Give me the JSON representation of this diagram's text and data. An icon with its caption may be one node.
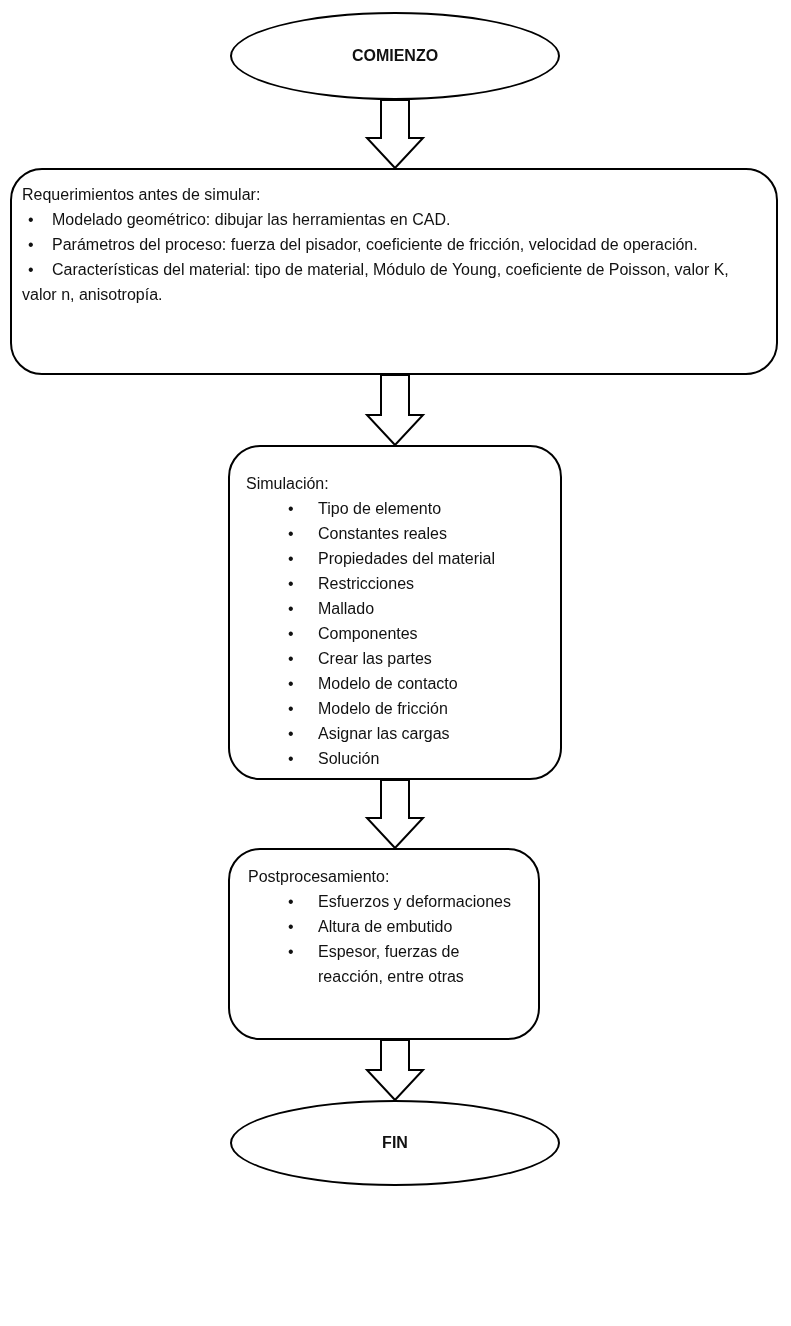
{
  "diagram": {
    "nodes": [
      {
        "text": [
          "COMIENZO"
        ]
      },
      {
        "text": [
          "Requerimientos antes de simular:",
          "•",
          "Modelado geométrico: dibujar las herramientas en CAD.",
          "•",
          "Parámetros del proceso: fuerza del pisador, coeficiente de fricción, velocidad de operación.",
          "•",
          "Características del material: tipo de material, Módulo de Young, coeficiente de Poisson, valor K, valor n, anisotropía."
        ]
      },
      {
        "text": [
          "Simulación:",
          "•",
          "Tipo de elemento",
          "•",
          "Constantes reales",
          "•",
          "Propiedades del material",
          "•",
          "Restricciones",
          "•",
          "Mallado",
          "•",
          "Componentes",
          "•",
          "Crear las partes",
          "•",
          "Modelo de contacto",
          "•",
          "Modelo de fricción",
          "•",
          "Asignar las cargas",
          "•",
          "Solución"
        ]
      },
      {
        "text": [
          "Postprocesamiento:",
          "•",
          "Esfuerzos y deformaciones",
          "•",
          "Altura de embutido",
          "•",
          "Espesor, fuerzas de reacción, entre otras"
        ]
      },
      {
        "text": [
          "FIN"
        ]
      }
    ],
    "edges": [
      {
        "from": 0,
        "to": 1,
        "arrow": "to"
      },
      {
        "from": 1,
        "to": 2,
        "arrow": "to"
      },
      {
        "from": 2,
        "to": 3,
        "arrow": "to"
      },
      {
        "from": 3,
        "to": 4,
        "arrow": "to"
      }
    ]
  }
}
